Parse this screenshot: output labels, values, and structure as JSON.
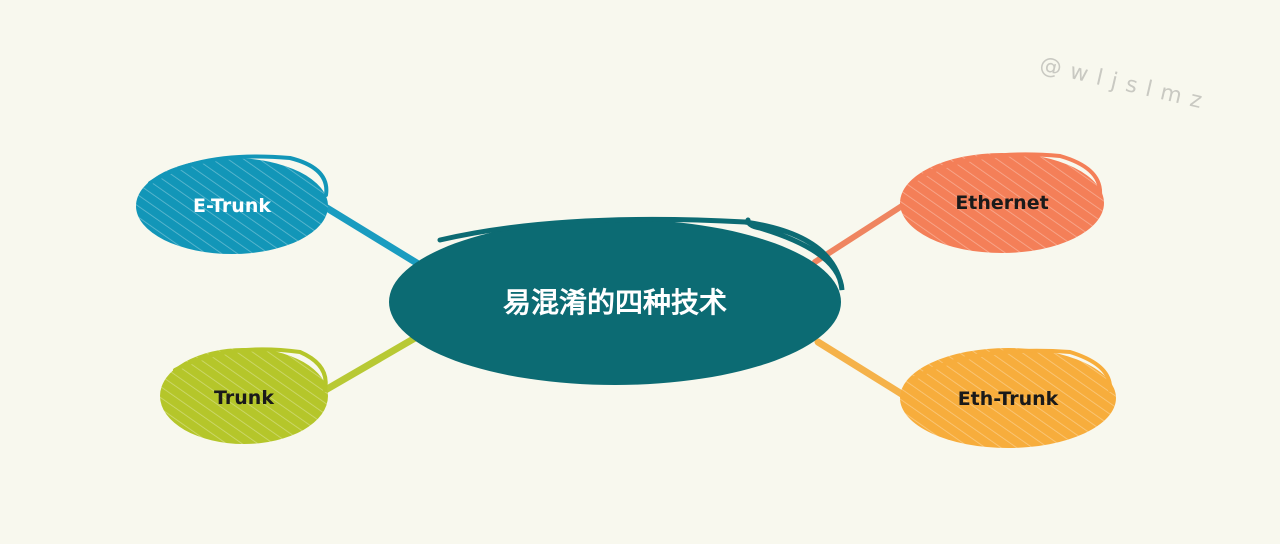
{
  "center": {
    "label": "易混淆的四种技术",
    "color": "#0c6b73"
  },
  "branches": {
    "e_trunk": {
      "label": "E-Trunk",
      "color": "#1296b8",
      "line_color": "#1a9cc0"
    },
    "trunk": {
      "label": "Trunk",
      "color": "#b5c62a",
      "line_color": "#b8c934"
    },
    "ethernet": {
      "label": "Ethernet",
      "color": "#f47f58",
      "line_color": "#ef8560"
    },
    "eth_trunk": {
      "label": "Eth-Trunk",
      "color": "#f7ad3c",
      "line_color": "#f5b24a"
    }
  },
  "watermark": "@wljslmz"
}
